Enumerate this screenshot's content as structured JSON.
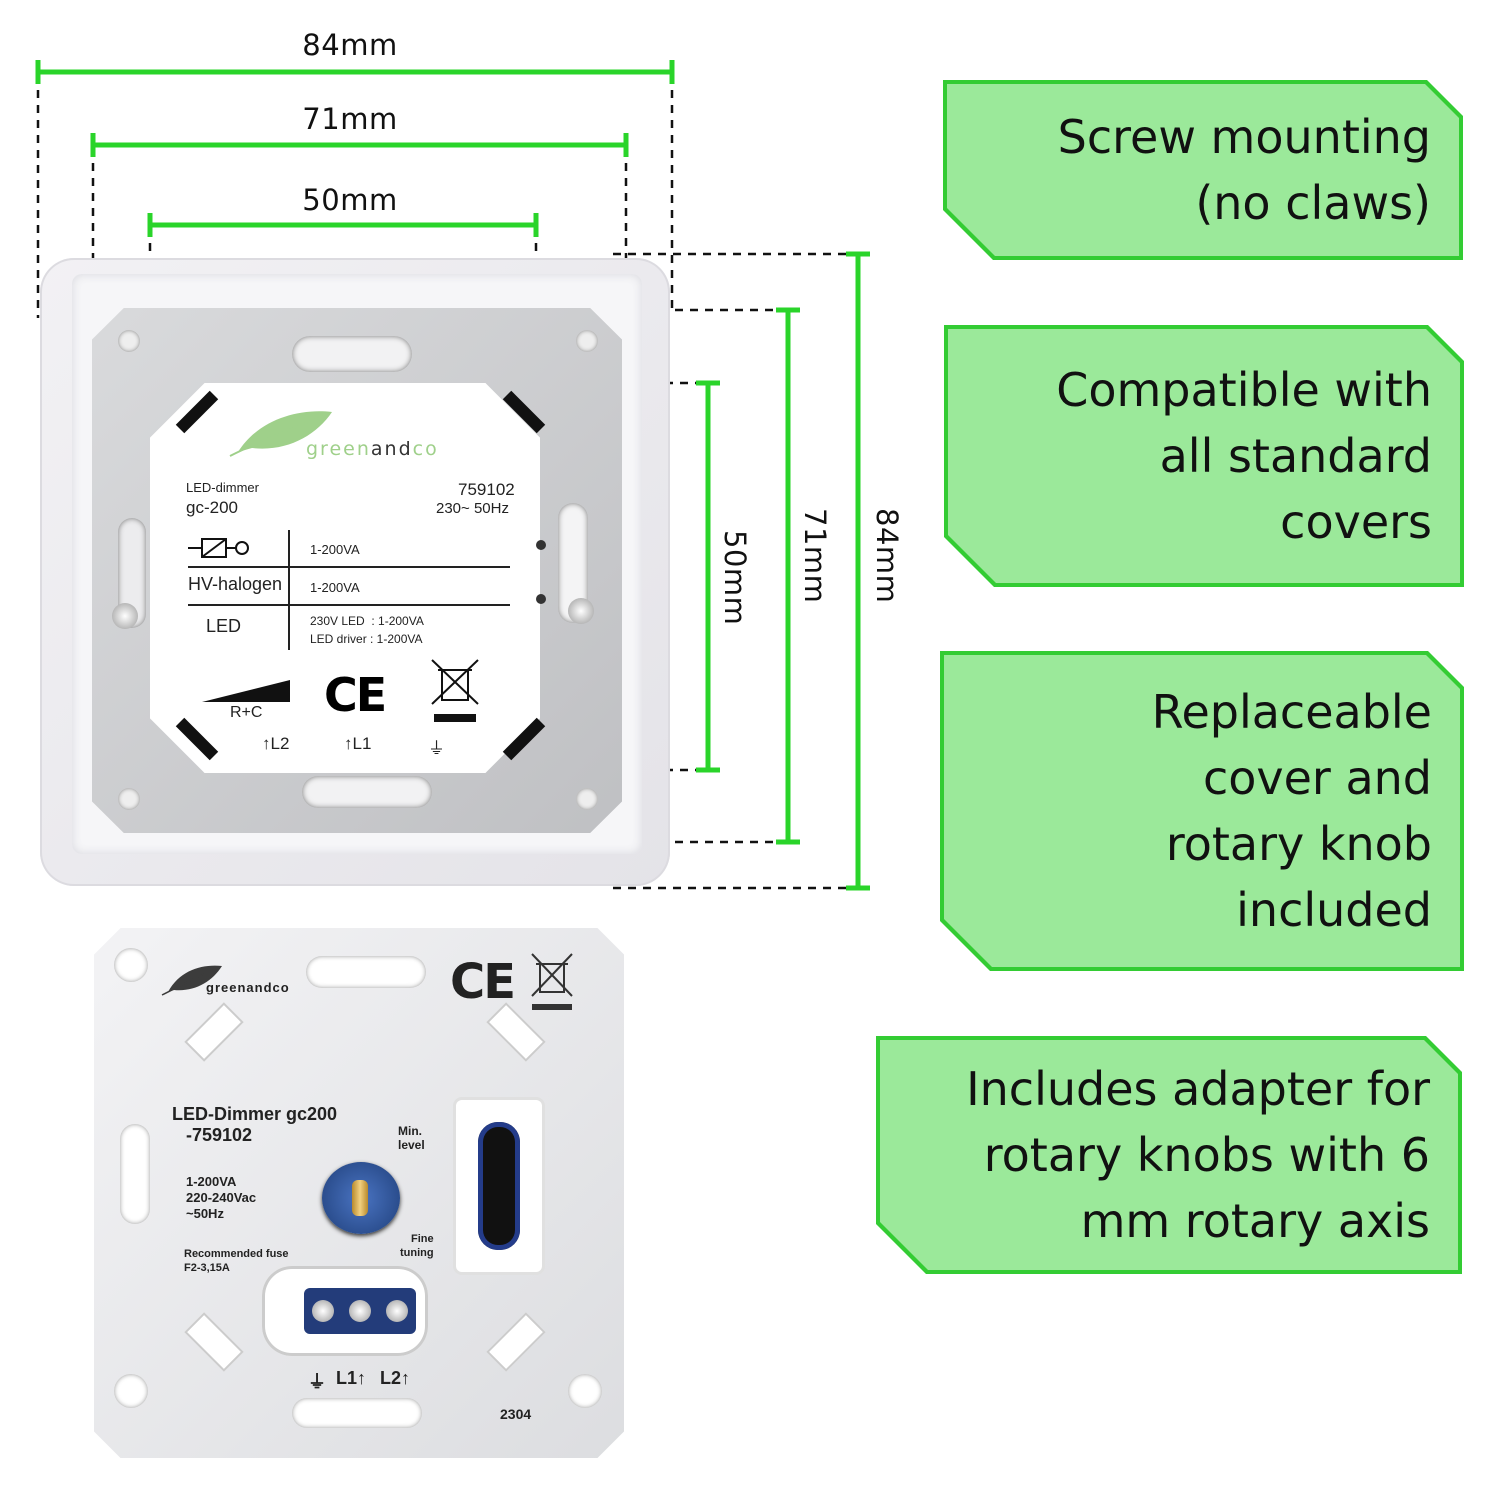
{
  "dimensions": {
    "width_labels": [
      "84mm",
      "71mm",
      "50mm"
    ],
    "height_labels": [
      "50mm",
      "71mm",
      "84mm"
    ]
  },
  "features": [
    "Screw mounting\n(no claws)",
    "Compatible with\nall standard\ncovers",
    "Replaceable\ncover and\nrotary knob\nincluded",
    "Includes adapter for\nrotary knobs with 6\nmm rotary axis"
  ],
  "front_label": {
    "brand_a": "green",
    "brand_b": "and",
    "brand_c": "co",
    "product_name": "LED-dimmer",
    "model": "gc-200",
    "article": "759102",
    "rating": "230~ 50Hz",
    "rows": [
      {
        "name": "",
        "value": "1-200VA"
      },
      {
        "name": "HV-halogen",
        "value": "1-200VA"
      },
      {
        "name": "LED",
        "value": "230V LED  : 1-200VA",
        "value2": "LED driver : 1-200VA"
      }
    ],
    "rc": "R+C",
    "ce": "CE",
    "l2": "L2",
    "l1": "L1"
  },
  "back_plate": {
    "brand": "greenandco",
    "ce": "CE",
    "title": "LED-Dimmer gc200",
    "article": "-759102",
    "min_level": "Min.\nlevel",
    "specs": [
      "1-200VA",
      "220-240Vac",
      "~50Hz"
    ],
    "fuse_label": "Recommended fuse",
    "fuse_value": "F2-3,15A",
    "fine_tuning": "Fine\ntuning",
    "l1": "L1",
    "l2": "L2",
    "batch": "2304"
  },
  "colors": {
    "accent_green": "#33cc33",
    "badge_fill": "#9be99a"
  }
}
